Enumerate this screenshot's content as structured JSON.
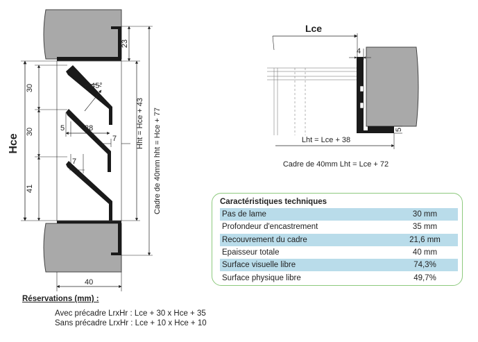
{
  "left_section": {
    "hce_label": "Hce",
    "dim_top": "23",
    "dim_pitch_1": "30",
    "dim_pitch_2": "30",
    "dim_bottom": "41",
    "dim_angle": "45°",
    "dim_5": "5",
    "dim_28": "28",
    "dim_7_right": "7",
    "dim_7_left": "7",
    "dim_depth": "40",
    "hht_formula": "Hht = Hce + 43",
    "frame_formula": "Cadre de 40mm hht = Hce + 77"
  },
  "right_section": {
    "lce_label": "Lce",
    "dim_4": "4",
    "dim_5": "5",
    "lht_formula": "Lht = Lce + 38",
    "frame_formula": "Cadre de 40mm Lht = Lce + 72"
  },
  "specs": {
    "title": "Caractéristiques techniques",
    "rows": [
      {
        "label": "Pas de lame",
        "value": "30 mm"
      },
      {
        "label": "Profondeur d'encastrement",
        "value": "35 mm"
      },
      {
        "label": "Recouvrement du cadre",
        "value": "21,6 mm"
      },
      {
        "label": "Epaisseur totale",
        "value": "40 mm"
      },
      {
        "label": "Surface visuelle libre",
        "value": "74,3%"
      },
      {
        "label": "Surface physique libre",
        "value": "49,7%"
      }
    ]
  },
  "reservations": {
    "title": "Réservations (mm) :",
    "line1": "Avec précadre LrxHr : Lce + 30 x Hce + 35",
    "line2": "Sans précadre LrxHr : Lce + 10 x Hce + 10"
  },
  "colors": {
    "wall_fill": "#a9a9a9",
    "profile_fill": "#1a1a1a",
    "row_shade": "#b9dcea",
    "box_border": "#8cc97c"
  }
}
